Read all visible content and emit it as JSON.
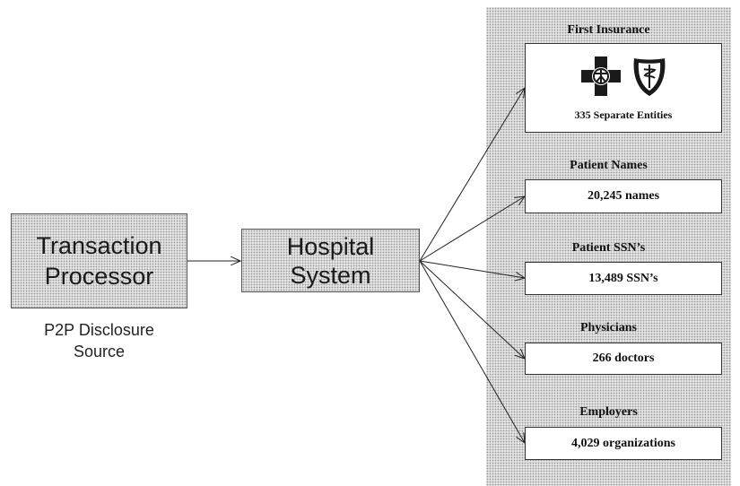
{
  "source_node": {
    "label_line1": "Transaction",
    "label_line2": "Processor"
  },
  "source_caption": {
    "line1": "P2P Disclosure",
    "line2": "Source"
  },
  "hub_node": {
    "label_line1": "Hospital",
    "label_line2": "System"
  },
  "categories": [
    {
      "title": "First Insurance",
      "value": "335 Separate Entities",
      "logos": [
        "blue-cross-icon",
        "blue-shield-icon"
      ]
    },
    {
      "title": "Patient Names",
      "value": "20,245 names"
    },
    {
      "title": "Patient SSN’s",
      "value": "13,489 SSN’s"
    },
    {
      "title": "Physicians",
      "value": "266 doctors"
    },
    {
      "title": "Employers",
      "value": "4,029 organizations"
    }
  ],
  "colors": {
    "node_fill": "#d6d6d6",
    "panel_fill": "#d6d6d6",
    "line": "#222222"
  }
}
